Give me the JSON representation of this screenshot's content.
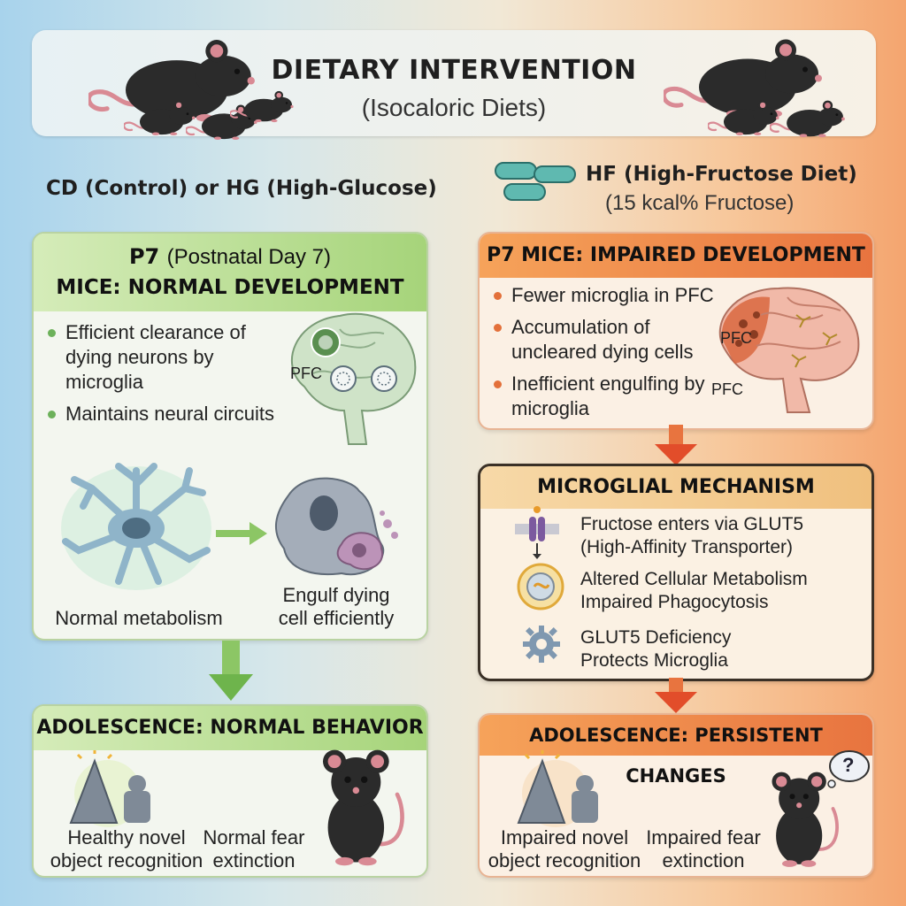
{
  "title": {
    "main": "DIETARY INTERVENTION",
    "sub": "(Isocaloric Diets)"
  },
  "left_column": {
    "heading": "CD (Control) or HG (High-Glucose)",
    "panel_p7": {
      "title_bold": "P7",
      "title_rest": "(Postnatal Day 7)",
      "header": "MICE: NORMAL DEVELOPMENT",
      "bullets": [
        "Efficient clearance of dying neurons by microglia",
        "Maintains neural circuits"
      ],
      "brain_label": "PFC",
      "caption_left": "Normal metabolism",
      "caption_right_line1": "Engulf dying",
      "caption_right_line2": "cell efficiently"
    },
    "panel_adolescence": {
      "header": "ADOLESCENCE: NORMAL BEHAVIOR",
      "caption_left_line1": "Healthy novel",
      "caption_left_line2": "object recognition",
      "caption_right_line1": "Normal fear",
      "caption_right_line2": "extinction"
    }
  },
  "right_column": {
    "heading_line1": "HF (High-Fructose Diet)",
    "heading_line2": "(15 kcal% Fructose)",
    "panel_p7": {
      "header": "P7 MICE: IMPAIRED DEVELOPMENT",
      "bullets": [
        "Fewer microglia in PFC",
        "Accumulation of uncleared dying cells",
        "Inefficient engulfing by microglia"
      ],
      "brain_label_1": "PFC",
      "brain_label_2": "PFC"
    },
    "panel_mechanism": {
      "header": "MICROGLIAL MECHANISM",
      "items": [
        {
          "line1": "Fructose enters via GLUT5",
          "line2": "(High-Affinity Transporter)",
          "icon": "transporter-icon"
        },
        {
          "line1": "Altered Cellular Metabolism",
          "line2": "Impaired Phagocytosis",
          "icon": "cell-metabolism-icon"
        },
        {
          "line1": "GLUT5 Deficiency",
          "line2": "Protects Microglia",
          "icon": "gear-icon"
        }
      ]
    },
    "panel_adolescence": {
      "header": "ADOLESCENCE: PERSISTENT CHANGES",
      "caption_left_line1": "Impaired novel",
      "caption_left_line2": "object recognition",
      "caption_right_line1": "Impaired fear",
      "caption_right_line2": "extinction",
      "thought_symbol": "?"
    }
  },
  "colors": {
    "green_accent": "#8cc665",
    "orange_accent": "#e8743f",
    "mouse_body": "#2b2b2b",
    "mouse_ear": "#d98a94"
  }
}
